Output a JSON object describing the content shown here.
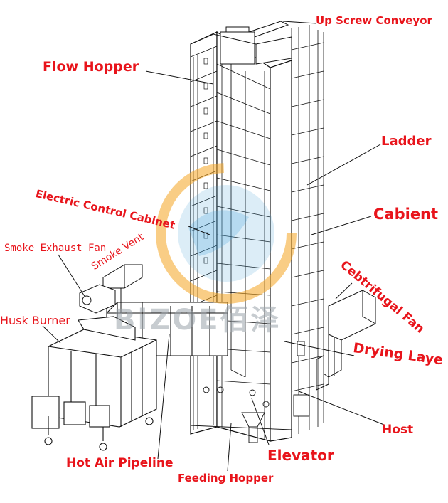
{
  "labels": {
    "up_screw_conveyor": "Up Screw Conveyor",
    "flow_hopper": "Flow Hopper",
    "ladder": "Ladder",
    "electric_control_cabinet": "Electric Control Cabinet",
    "cabient": "Cabient",
    "smoke_exhaust_fan": "Smoke Exhaust Fan",
    "smoke_vent": "Smoke Vent",
    "cebtrifugal_fan": "Cebtrifugal Fan",
    "husk_burner": "Husk Burner",
    "drying_laye": "Drying Laye",
    "host": "Host",
    "hot_air_pipeline": "Hot Air Pipeline",
    "elevator": "Elevator",
    "feeding_hopper": "Feeding Hopper"
  },
  "watermark": {
    "brand": "BiZOE佰泽"
  },
  "colors": {
    "label": "#e8141b",
    "line": "#111111",
    "watermark_orange": "#f5a623",
    "watermark_blue": "#4aa3d8"
  }
}
